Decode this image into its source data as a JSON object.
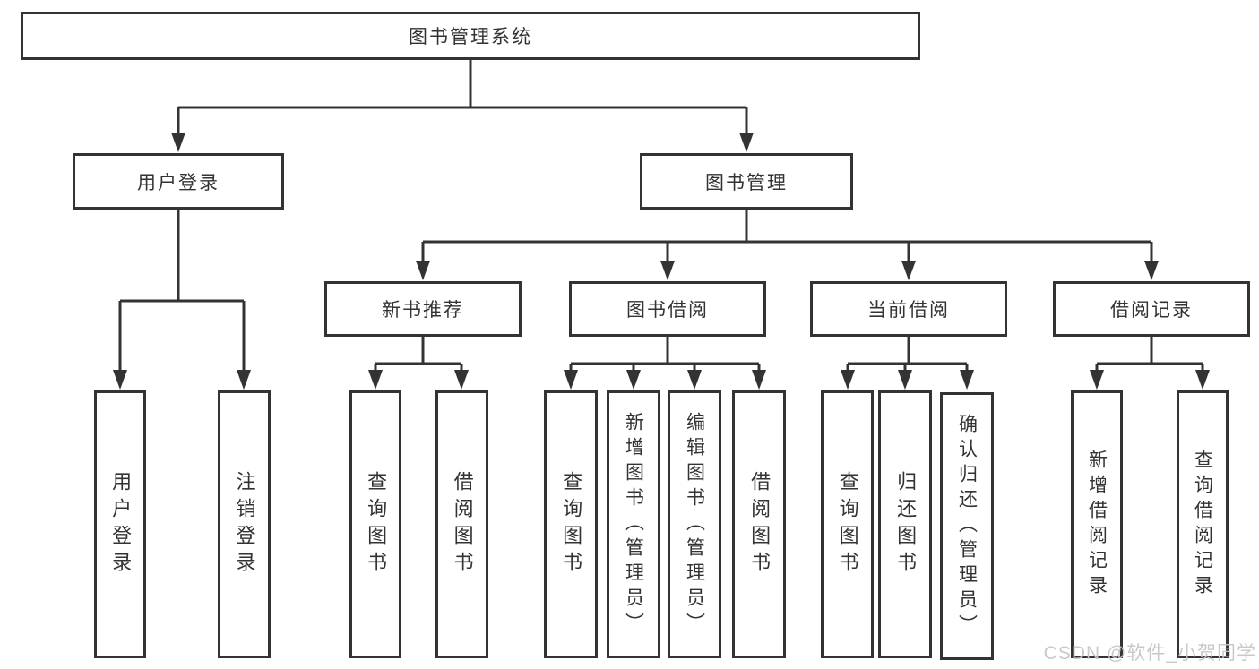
{
  "colors": {
    "line": "#333333",
    "box_border": "#333333",
    "text": "#333333",
    "background": "#ffffff",
    "watermark": "#c6c6c6"
  },
  "watermark": {
    "text": "CSDN @软件_小贺同学"
  },
  "diagram": {
    "type": "hierarchy-tree",
    "root": {
      "label": "图书管理系统"
    },
    "level2": [
      {
        "label": "用户登录",
        "children": [
          {
            "label": "用户登录"
          },
          {
            "label": "注销登录"
          }
        ]
      },
      {
        "label": "图书管理",
        "children": [
          {
            "label": "新书推荐",
            "children": [
              {
                "label": "查询图书"
              },
              {
                "label": "借阅图书"
              }
            ]
          },
          {
            "label": "图书借阅",
            "children": [
              {
                "label": "查询图书"
              },
              {
                "label": "新增图书（管理员）"
              },
              {
                "label": "编辑图书（管理员）"
              },
              {
                "label": "借阅图书"
              }
            ]
          },
          {
            "label": "当前借阅",
            "children": [
              {
                "label": "查询图书"
              },
              {
                "label": "归还图书"
              },
              {
                "label": "确认归还（管理员）"
              }
            ]
          },
          {
            "label": "借阅记录",
            "children": [
              {
                "label": "新增借阅记录"
              },
              {
                "label": "查询借阅记录"
              }
            ]
          }
        ]
      }
    ]
  }
}
